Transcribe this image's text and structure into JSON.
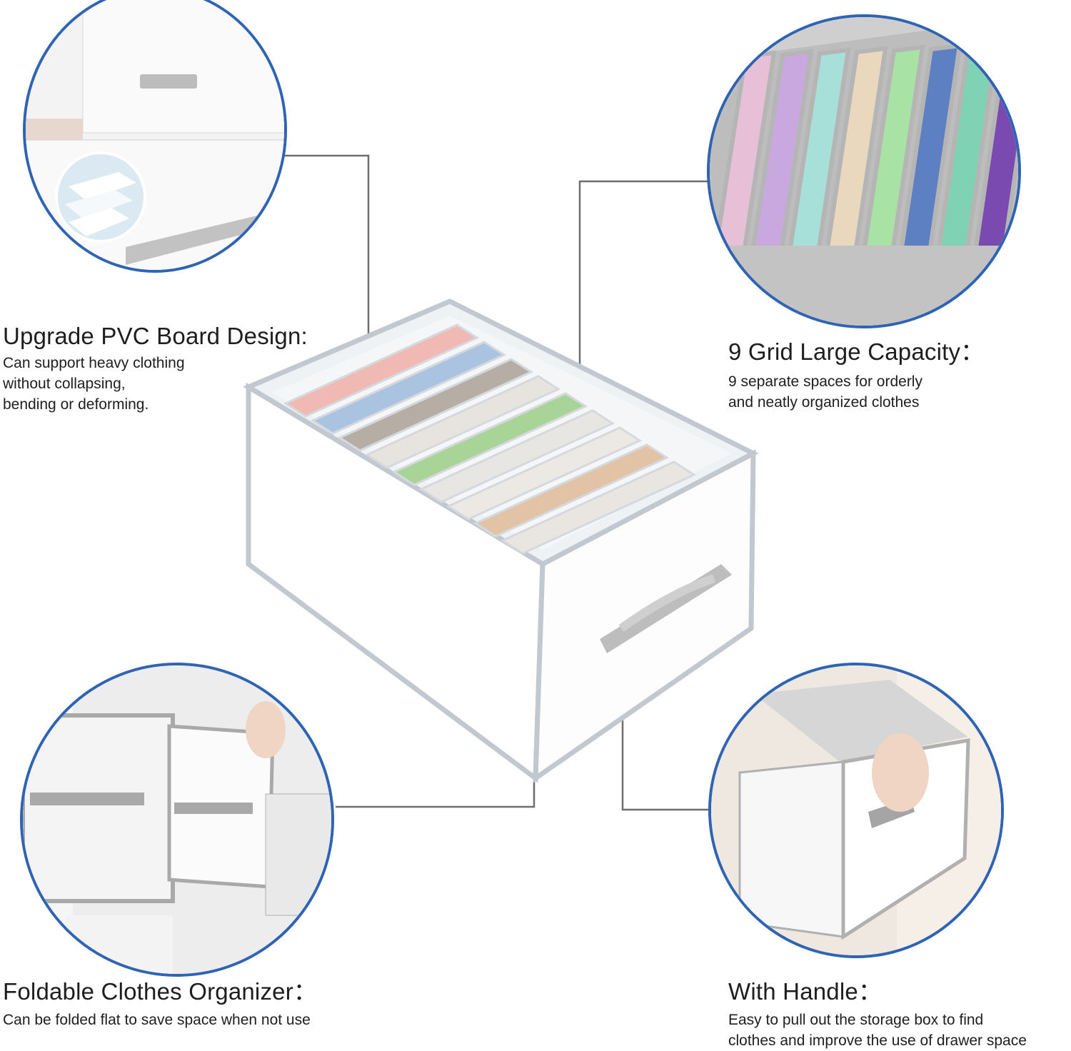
{
  "features": {
    "pvc_board": {
      "title": "Upgrade PVC Board Design:",
      "desc_lines": [
        "Can support heavy clothing",
        "without collapsing,",
        "bending or deforming."
      ]
    },
    "grid_capacity": {
      "title": "9 Grid Large Capacity：",
      "desc_lines": [
        "9 separate spaces for orderly",
        "and neatly organized clothes"
      ]
    },
    "foldable": {
      "title": "Foldable Clothes Organizer：",
      "desc_lines": [
        "Can be folded flat to save space when not use"
      ]
    },
    "handle": {
      "title": "With Handle：",
      "desc_lines": [
        "Easy to pull out the storage box to find",
        "clothes and improve the use of drawer space"
      ]
    }
  },
  "colors": {
    "circle_border": "#2f64b5",
    "leader_line": "#6e6e6e",
    "box_trim": "#b9bfc6",
    "strap": "#a9a9a9"
  },
  "clothes_colors": [
    "#f1b9b4",
    "#a9c3e1",
    "#b6aea4",
    "#e7e4df",
    "#a9d497",
    "#e8e6e2",
    "#ece9e5",
    "#e2c3a5",
    "#e9e6e1"
  ],
  "grid_colors": [
    "#e7c0d8",
    "#c9a8df",
    "#a7e0d8",
    "#e9d8bd",
    "#a9e2a5",
    "#5d80c2",
    "#7fd3b4",
    "#7b4ab0"
  ],
  "icons": [
    "circle-pvc-detail",
    "circle-grid-detail",
    "circle-fold-detail",
    "circle-handle-detail",
    "storage-box-main"
  ]
}
